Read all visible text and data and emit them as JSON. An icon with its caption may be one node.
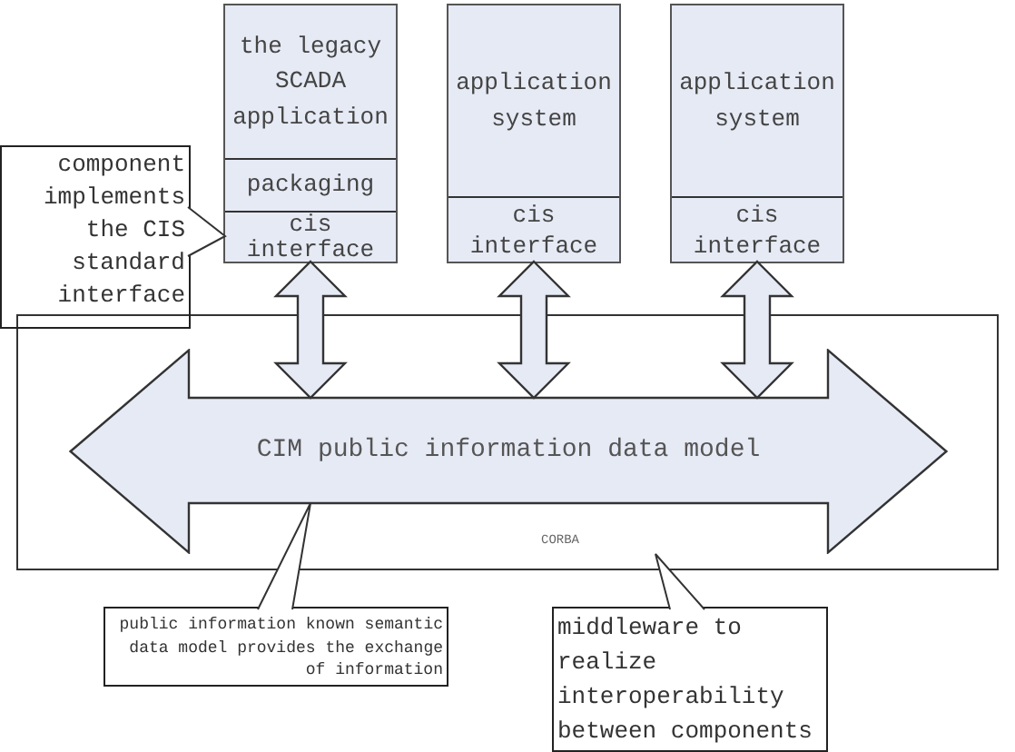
{
  "diagram": {
    "nodes": [
      {
        "text": [
          "the legacy SCADA application"
        ]
      },
      {
        "text": [
          "packaging"
        ],
        "in": 0
      },
      {
        "text": [
          "cis interface"
        ],
        "in": 0
      },
      {
        "text": [
          "application system"
        ]
      },
      {
        "text": [
          "cis interface"
        ],
        "in": 3
      },
      {
        "text": [
          "application system"
        ]
      },
      {
        "text": [
          "cis interface"
        ],
        "in": 5
      },
      {
        "text": [
          "CORBA"
        ]
      },
      {
        "text": [
          "CIM public information data model"
        ],
        "in": 7
      },
      {
        "text": [
          "component implements the CIS standard interface"
        ]
      },
      {
        "text": [
          "public information known semantic data model provides the exchange of information"
        ]
      },
      {
        "text": [
          "middleware to realize interoperability between components"
        ]
      }
    ],
    "edges": [
      {
        "from": 2,
        "to": 8,
        "arrow": "both",
        "style": "thick"
      },
      {
        "from": 4,
        "to": 8,
        "arrow": "both",
        "style": "thick"
      },
      {
        "from": 6,
        "to": 8,
        "arrow": "both",
        "style": "thick"
      },
      {
        "from": 9,
        "to": 2,
        "arrow": "to"
      },
      {
        "from": 10,
        "to": 8,
        "arrow": "to"
      },
      {
        "from": 11,
        "to": 7,
        "arrow": "to"
      }
    ]
  }
}
